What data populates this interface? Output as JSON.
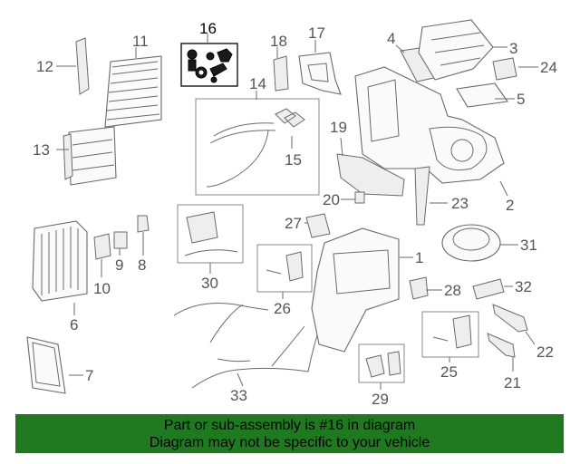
{
  "highlighted_part": "16",
  "callouts": {
    "c1": "1",
    "c2": "2",
    "c3": "3",
    "c4": "4",
    "c5": "5",
    "c6": "6",
    "c7": "7",
    "c8": "8",
    "c9": "9",
    "c10": "10",
    "c11": "11",
    "c12": "12",
    "c13": "13",
    "c14": "14",
    "c15": "15",
    "c16": "16",
    "c17": "17",
    "c18": "18",
    "c19": "19",
    "c20": "20",
    "c21": "21",
    "c22": "22",
    "c23": "23",
    "c24": "24",
    "c25": "25",
    "c26": "26",
    "c27": "27",
    "c28": "28",
    "c29": "29",
    "c30": "30",
    "c31": "31",
    "c32": "32",
    "c33": "33"
  },
  "banner": {
    "line1": "Part or sub-assembly is #16 in diagram",
    "line2": "Diagram may not be specific to your vehicle",
    "color": "#1f7a1f"
  }
}
